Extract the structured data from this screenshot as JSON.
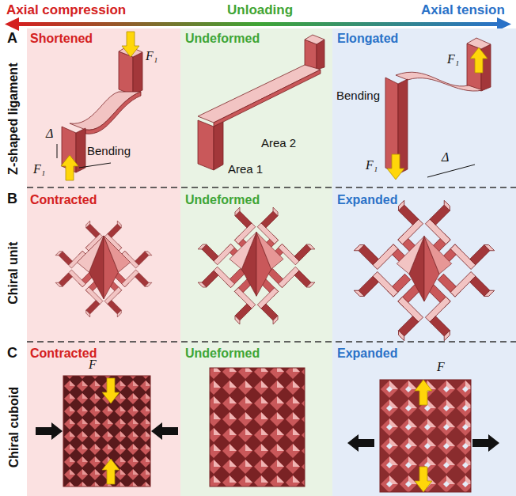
{
  "diagram": {
    "labels": [
      "Axial compression",
      "Unloading",
      "Axial tension",
      "A",
      "Z-shaped ligament",
      "Shortened",
      "F₁",
      "Bending",
      "Δ",
      "F₁",
      "Undeformed",
      "Area 2",
      "Area 1",
      "Elongated",
      "F₁",
      "Bending",
      "Δ",
      "F₁",
      "B",
      "Chiral unit",
      "Contracted",
      "Undeformed",
      "Expanded",
      "C",
      "Chiral cuboid",
      "Contracted",
      "F",
      "Undeformed",
      "Expanded",
      "F"
    ]
  }
}
